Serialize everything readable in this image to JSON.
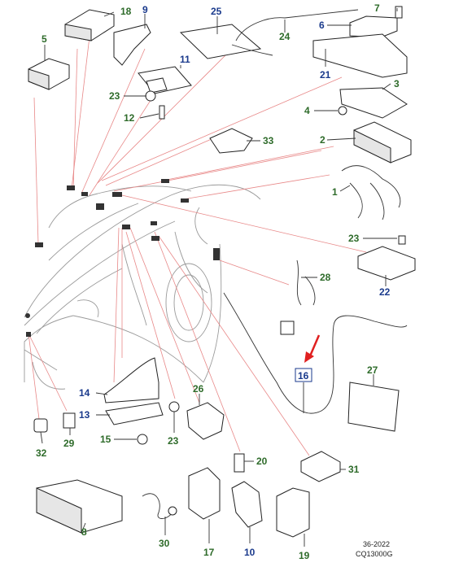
{
  "callouts": [
    {
      "id": "18",
      "label": "18",
      "color": "green"
    },
    {
      "id": "9",
      "label": "9",
      "color": "blue"
    },
    {
      "id": "25",
      "label": "25",
      "color": "blue"
    },
    {
      "id": "7",
      "label": "7",
      "color": "green"
    },
    {
      "id": "6",
      "label": "6",
      "color": "blue"
    },
    {
      "id": "5",
      "label": "5",
      "color": "green"
    },
    {
      "id": "24",
      "label": "24",
      "color": "green"
    },
    {
      "id": "11",
      "label": "11",
      "color": "blue"
    },
    {
      "id": "21",
      "label": "21",
      "color": "blue"
    },
    {
      "id": "3",
      "label": "3",
      "color": "green"
    },
    {
      "id": "23a",
      "label": "23",
      "color": "green"
    },
    {
      "id": "4",
      "label": "4",
      "color": "green"
    },
    {
      "id": "12",
      "label": "12",
      "color": "green"
    },
    {
      "id": "33",
      "label": "33",
      "color": "green"
    },
    {
      "id": "2",
      "label": "2",
      "color": "green"
    },
    {
      "id": "1",
      "label": "1",
      "color": "green"
    },
    {
      "id": "23b",
      "label": "23",
      "color": "green"
    },
    {
      "id": "28",
      "label": "28",
      "color": "green"
    },
    {
      "id": "22",
      "label": "22",
      "color": "blue"
    },
    {
      "id": "16",
      "label": "16",
      "color": "blue"
    },
    {
      "id": "27",
      "label": "27",
      "color": "green"
    },
    {
      "id": "14",
      "label": "14",
      "color": "blue"
    },
    {
      "id": "26",
      "label": "26",
      "color": "green"
    },
    {
      "id": "13",
      "label": "13",
      "color": "blue"
    },
    {
      "id": "15",
      "label": "15",
      "color": "green"
    },
    {
      "id": "23c",
      "label": "23",
      "color": "green"
    },
    {
      "id": "32",
      "label": "32",
      "color": "green"
    },
    {
      "id": "29",
      "label": "29",
      "color": "green"
    },
    {
      "id": "20",
      "label": "20",
      "color": "green"
    },
    {
      "id": "31",
      "label": "31",
      "color": "green"
    },
    {
      "id": "8",
      "label": "8",
      "color": "green"
    },
    {
      "id": "30",
      "label": "30",
      "color": "green"
    },
    {
      "id": "17",
      "label": "17",
      "color": "green"
    },
    {
      "id": "10",
      "label": "10",
      "color": "blue"
    },
    {
      "id": "19",
      "label": "19",
      "color": "green"
    }
  ],
  "reference": {
    "date": "36-2022",
    "code": "CQ13000G"
  },
  "colors": {
    "callout_green": "#2e6b2a",
    "callout_blue": "#1a3a8c",
    "leader_red": "#e88888",
    "highlight_arrow": "#e02020"
  }
}
